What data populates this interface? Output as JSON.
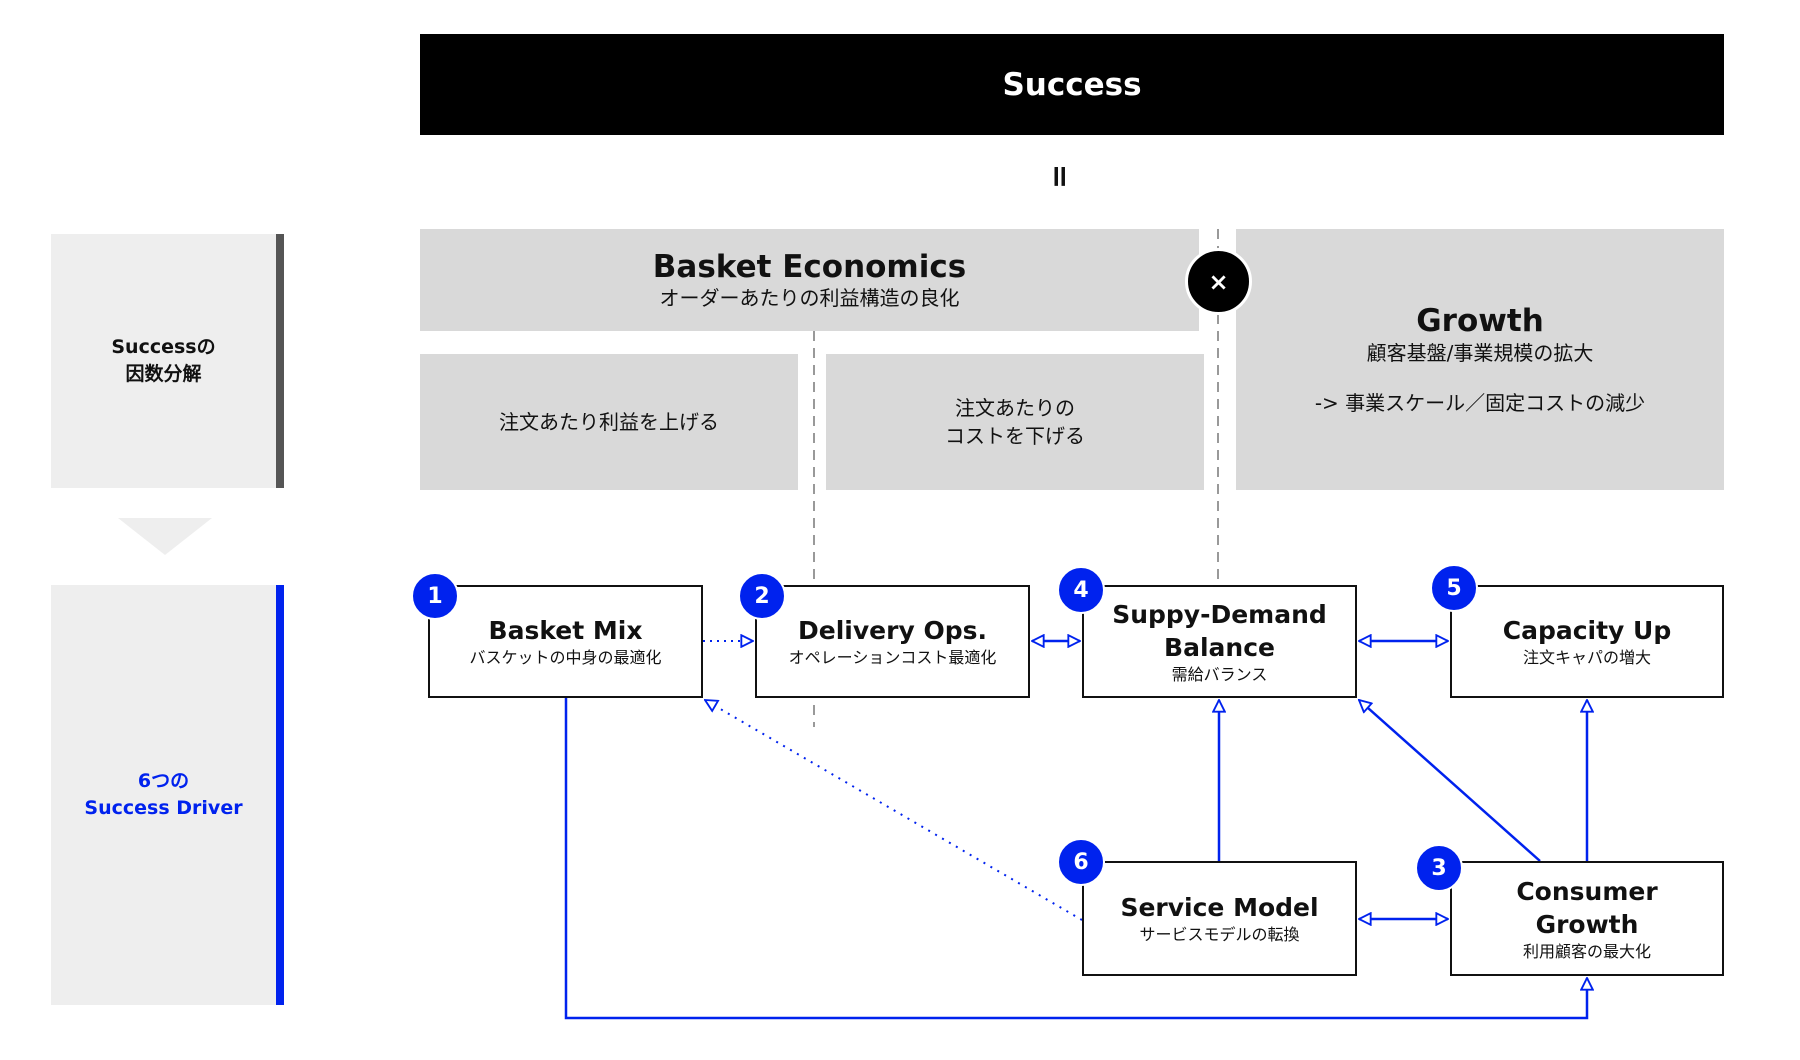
{
  "header": {
    "title": "Success",
    "equals_symbol": "="
  },
  "side_panels": [
    {
      "label_line1": "Successの",
      "label_line2": "因数分解"
    },
    {
      "label_line1": "6つの",
      "label_line2": "Success Driver"
    }
  ],
  "factors": {
    "basket_economics": {
      "title": "Basket Economics",
      "subtitle": "オーダーあたりの利益構造の良化"
    },
    "multiply_symbol": "×",
    "growth": {
      "title": "Growth",
      "subtitle": "顧客基盤/事業規模の拡大",
      "note": "-> 事業スケール／固定コストの減少"
    },
    "sub_factors": [
      {
        "line1": "注文あたり利益を上げる",
        "line2": ""
      },
      {
        "line1": "注文あたりの",
        "line2": "コストを下げる"
      }
    ]
  },
  "drivers": [
    {
      "number": "1",
      "title": "Basket Mix",
      "subtitle": "バスケットの中身の最適化"
    },
    {
      "number": "2",
      "title": "Delivery Ops.",
      "subtitle": "オペレーションコスト最適化"
    },
    {
      "number": "3",
      "title": "Consumer Growth",
      "subtitle": "利用顧客の最大化"
    },
    {
      "number": "4",
      "title": "Suppy-Demand Balance",
      "subtitle": "需給バランス"
    },
    {
      "number": "5",
      "title": "Capacity Up",
      "subtitle": "注文キャパの増大"
    },
    {
      "number": "6",
      "title": "Service Model",
      "subtitle": "サービスモデルの転換"
    }
  ],
  "connections": [
    {
      "from": "1",
      "to": "2",
      "style": "dotted",
      "direction": "one-way"
    },
    {
      "from": "2",
      "to": "4",
      "style": "solid",
      "direction": "two-way"
    },
    {
      "from": "4",
      "to": "5",
      "style": "solid",
      "direction": "two-way"
    },
    {
      "from": "6",
      "to": "4",
      "style": "solid",
      "direction": "one-way"
    },
    {
      "from": "3",
      "to": "4",
      "style": "solid",
      "direction": "one-way"
    },
    {
      "from": "3",
      "to": "5",
      "style": "solid",
      "direction": "one-way"
    },
    {
      "from": "6",
      "to": "3",
      "style": "solid",
      "direction": "two-way"
    },
    {
      "from": "6",
      "to": "1",
      "style": "dotted",
      "direction": "one-way"
    },
    {
      "from": "1",
      "to": "3",
      "style": "solid",
      "direction": "one-way"
    }
  ],
  "colors": {
    "accent": "#0022ee",
    "dark": "#000000",
    "panel_gray": "#d9d9d9",
    "side_gray": "#eeeeee"
  }
}
